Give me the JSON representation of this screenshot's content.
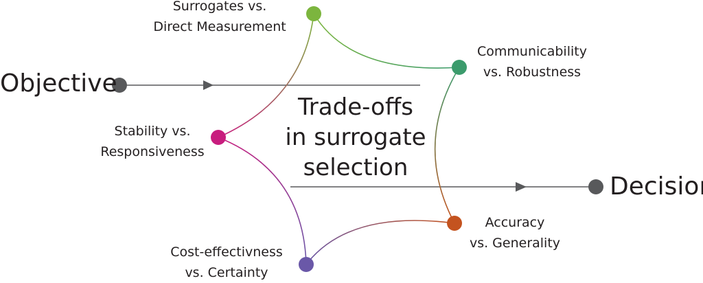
{
  "start_label": "Objective",
  "end_label": "Decision",
  "center_title": [
    "Trade-offs",
    "in surrogate",
    "selection"
  ],
  "nodes": [
    {
      "id": "surrogates",
      "lines": [
        "Surrogates vs.",
        "Direct Measurement"
      ],
      "color": "#7cb53e"
    },
    {
      "id": "communicability",
      "lines": [
        "Communicability",
        "vs. Robustness"
      ],
      "color": "#3b9b6c"
    },
    {
      "id": "accuracy",
      "lines": [
        "Accuracy",
        "vs. Generality"
      ],
      "color": "#c4531f"
    },
    {
      "id": "cost",
      "lines": [
        "Cost-effectivness",
        "vs. Certainty"
      ],
      "color": "#6a58a8"
    },
    {
      "id": "stability",
      "lines": [
        "Stability vs.",
        "Responsiveness"
      ],
      "color": "#c81d7e"
    }
  ],
  "colors": {
    "arrow": "#58595b",
    "endpoint": "#58595b",
    "text": "#231f20"
  }
}
